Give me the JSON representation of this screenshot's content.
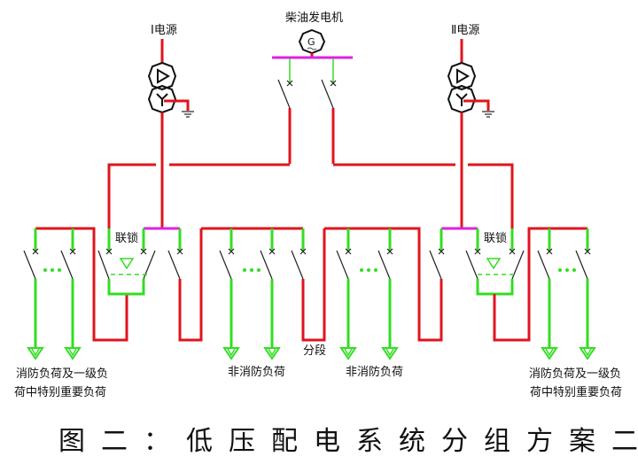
{
  "diagram": {
    "type": "low-voltage-distribution-single-line",
    "colors": {
      "power_line": "#e0141e",
      "load_line": "#33dd22",
      "busbar_source": "#e020e0",
      "symbol": "#111111"
    },
    "sources": {
      "source_1_label": "Ⅰ电源",
      "source_2_label": "Ⅱ电源",
      "generator_label": "柴油发电机",
      "generator_symbol": "G"
    },
    "interlock_label": "联锁",
    "bus_tie_label": "分段",
    "loads": {
      "left_fire_line1": "消防负荷及一级负",
      "left_fire_line2": "荷中特别重要负荷",
      "middle_left": "非消防负荷",
      "middle_right": "非消防负荷",
      "right_fire_line1": "消防负荷及一级负",
      "right_fire_line2": "荷中特别重要负荷"
    },
    "caption": "图二：低压配电系统分组方案二"
  }
}
